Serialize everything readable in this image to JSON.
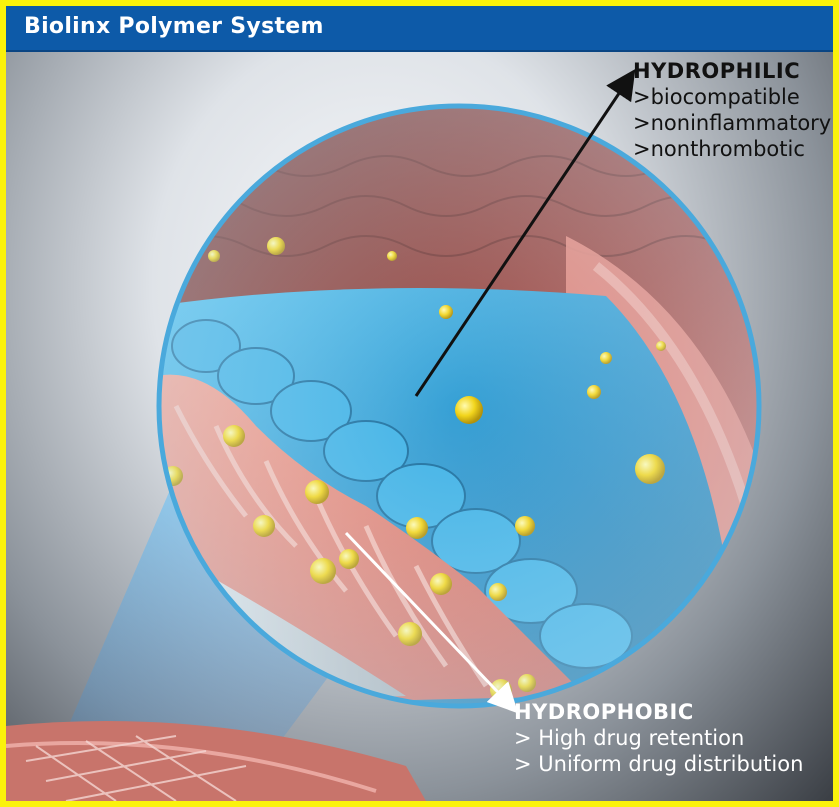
{
  "title": "Biolinx Polymer System",
  "labels": {
    "hydrophilic": {
      "heading": "HYDROPHILIC",
      "items": [
        ">biocompatible",
        ">noninflammatory",
        ">nonthrombotic"
      ]
    },
    "hydrophobic": {
      "heading": "HYDROPHOBIC",
      "items": [
        "> High drug retention",
        "> Uniform drug distribution"
      ]
    }
  },
  "colors": {
    "frame_border": "#fbf20b",
    "title_bar": "#0d5aa8",
    "hydrophilic_layer": "#2f9fd6",
    "hydrophobic_layer": "#e58a7e",
    "tissue": "#b8605a",
    "drug_particle": "#f1d21a"
  }
}
